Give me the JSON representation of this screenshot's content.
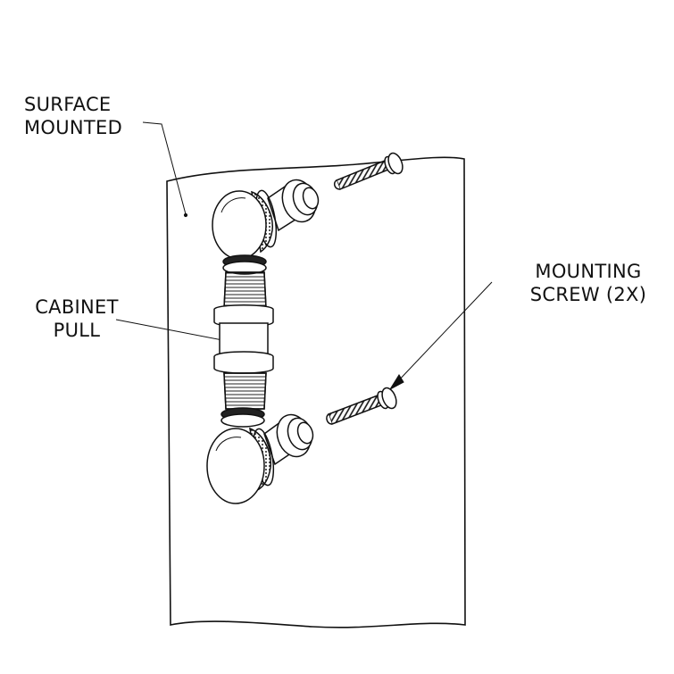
{
  "labels": {
    "surface": {
      "line1": "SURFACE",
      "line2": "MOUNTED"
    },
    "pull": {
      "line1": "CABINET",
      "line2": "PULL"
    },
    "screw": {
      "line1": "MOUNTING",
      "line2": "SCREW (2X)"
    }
  },
  "colors": {
    "ink": "#111111",
    "background": "#ffffff"
  }
}
